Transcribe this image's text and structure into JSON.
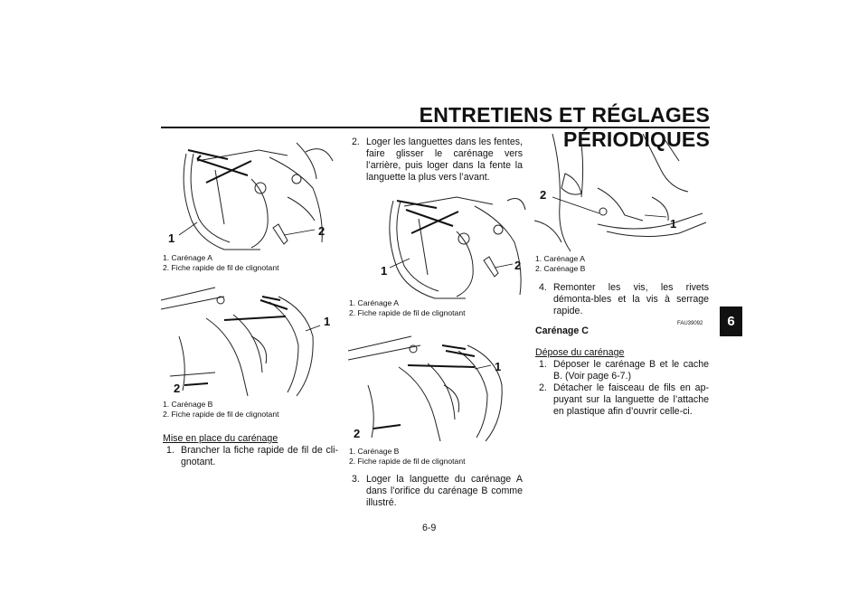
{
  "header": {
    "title": "ENTRETIENS ET RÉGLAGES PÉRIODIQUES"
  },
  "side_tab": {
    "label": "6"
  },
  "figures": {
    "fig1": {
      "callouts": [
        "1",
        "2"
      ],
      "captions": [
        "1. Carénage A",
        "2. Fiche rapide de fil de clignotant"
      ]
    },
    "fig2": {
      "callouts": [
        "1",
        "2"
      ],
      "captions": [
        "1. Carénage B",
        "2. Fiche rapide de fil de clignotant"
      ]
    },
    "fig3": {
      "callouts": [
        "1",
        "2"
      ],
      "captions": [
        "1. Carénage A",
        "2. Fiche rapide de fil de clignotant"
      ]
    },
    "fig4": {
      "callouts": [
        "1",
        "2"
      ],
      "captions": [
        "1. Carénage B",
        "2. Fiche rapide de fil de clignotant"
      ]
    },
    "fig5": {
      "callouts": [
        "2",
        "1"
      ],
      "captions": [
        "1. Carénage A",
        "2. Carénage B"
      ]
    }
  },
  "col1": {
    "heading": "Mise en place du carénage",
    "steps": [
      {
        "num": "1.",
        "text": "Brancher la fiche rapide de fil de cli-gnotant."
      }
    ]
  },
  "col2": {
    "steps": [
      {
        "num": "2.",
        "text": "Loger les languettes dans les fentes, faire glisser le carénage vers l’arrière, puis loger dans la fente la languette la plus vers l’avant."
      },
      {
        "num": "3.",
        "text": "Loger la languette du carénage A dans l’orifice du carénage B comme illustré."
      }
    ]
  },
  "col3": {
    "steps": [
      {
        "num": "4.",
        "text": "Remonter les vis, les rivets démonta-bles et la vis à serrage rapide."
      }
    ],
    "code": "FAU39092",
    "section_title": "Carénage C",
    "subheading": "Dépose du carénage",
    "steps2": [
      {
        "num": "1.",
        "text": "Déposer le carénage B et le cache B. (Voir page 6-7.)"
      },
      {
        "num": "2.",
        "text": "Détacher le faisceau de fils en ap-puyant sur la languette de l’attache en plastique afin d’ouvrir celle-ci."
      }
    ]
  },
  "footer": {
    "page_number": "6-9"
  }
}
